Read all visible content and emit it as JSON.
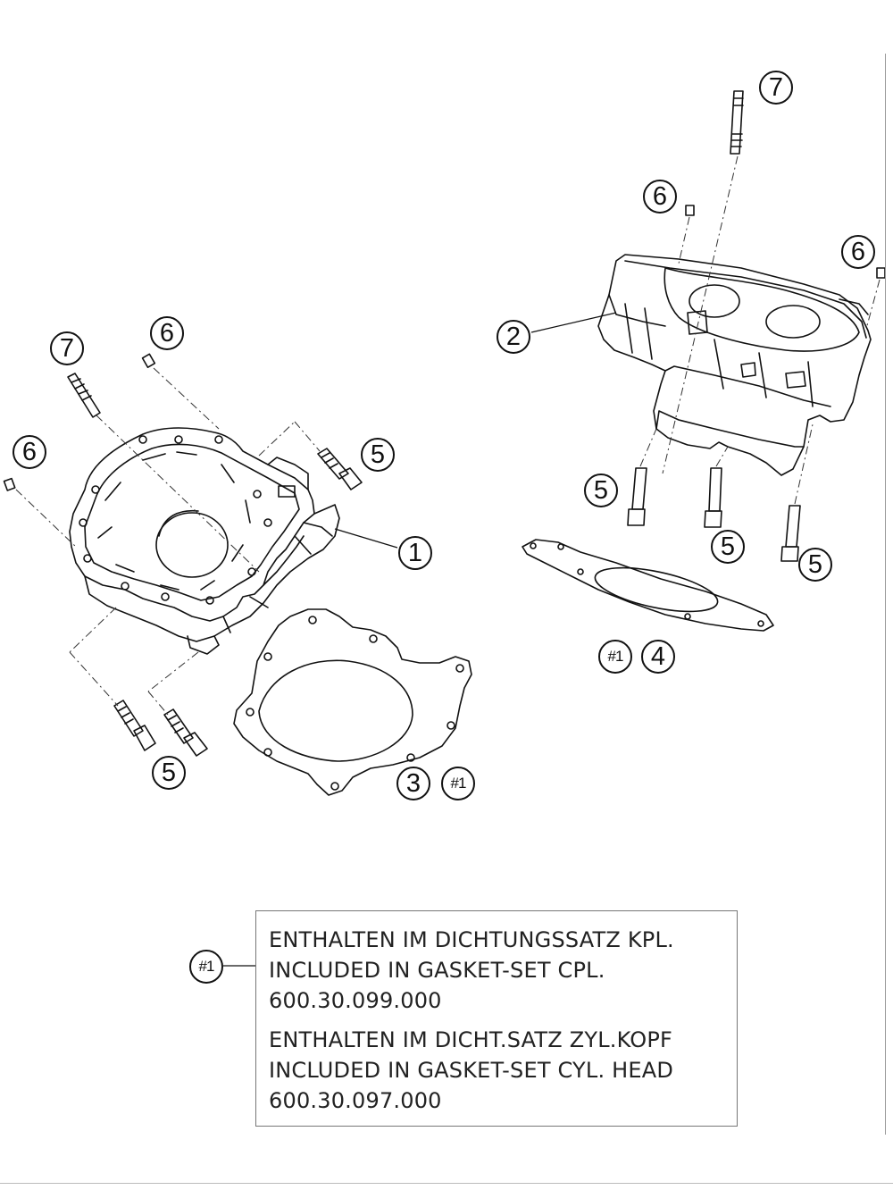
{
  "callouts": {
    "cyl_head_stud_top": "7",
    "cyl_head_dowel_a": "6",
    "cyl_head_dowel_b": "6",
    "cylinder_head": "2",
    "head_bolt_a": "5",
    "head_bolt_b": "5",
    "head_bolt_c": "5",
    "head_gasket_ref": "#1",
    "head_gasket": "4",
    "left_dowel_top": "6",
    "left_stud": "7",
    "left_dowel_side": "6",
    "left_bolt_top": "5",
    "cylinder": "1",
    "left_bolt_bottom": "5",
    "base_gasket": "3",
    "base_gasket_ref": "#1"
  },
  "legend": {
    "ref": "#1",
    "line1": "ENTHALTEN IM DICHTUNGSSATZ KPL.",
    "line2": "INCLUDED IN GASKET-SET CPL.",
    "line3": "600.30.099.000",
    "line4": "ENTHALTEN IM DICHT.SATZ ZYL.KOPF",
    "line5": "INCLUDED IN GASKET-SET CYL. HEAD",
    "line6": "600.30.097.000"
  }
}
